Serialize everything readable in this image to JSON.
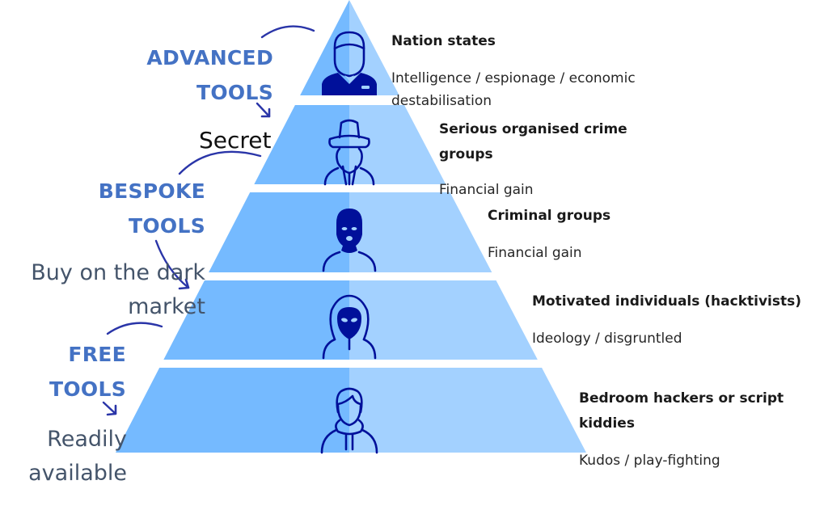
{
  "colors": {
    "tier_left": "#75baff",
    "tier_right": "#a3d1ff",
    "icon": "#00109a",
    "arrow": "#2a35a8",
    "tool_text": "#4472c4",
    "availability_text": "#44546a"
  },
  "tiers": [
    {
      "icon": "suited-agent-icon",
      "title": "Nation states",
      "description": "Intelligence / espionage / economic destabilisation",
      "description_lines": [
        "Intelligence / espionage / economic",
        "destabilisation"
      ]
    },
    {
      "icon": "fedora-spy-icon",
      "title": "Serious organised crime groups",
      "title_lines": [
        "Serious organised crime",
        "groups"
      ],
      "description": "Financial gain"
    },
    {
      "icon": "balaclava-icon",
      "title": "Criminal groups",
      "description": "Financial gain"
    },
    {
      "icon": "hooded-hacker-icon",
      "title": "Motivated individuals (hacktivists)",
      "description": "Ideology / disgruntled"
    },
    {
      "icon": "hoodie-teen-icon",
      "title": "Bedroom hackers or script kiddies",
      "title_lines": [
        "Bedroom hackers or script",
        "kiddies"
      ],
      "description": "Kudos / play-fighting"
    }
  ],
  "tool_levels": [
    {
      "label_lines": [
        "ADVANCED",
        "TOOLS"
      ],
      "availability": "Secret"
    },
    {
      "label_lines": [
        "BESPOKE",
        "TOOLS"
      ],
      "availability_lines": [
        "Buy on the dark",
        "market"
      ]
    },
    {
      "label_lines": [
        "FREE",
        "TOOLS"
      ],
      "availability_lines": [
        "Readily",
        "available"
      ]
    }
  ]
}
